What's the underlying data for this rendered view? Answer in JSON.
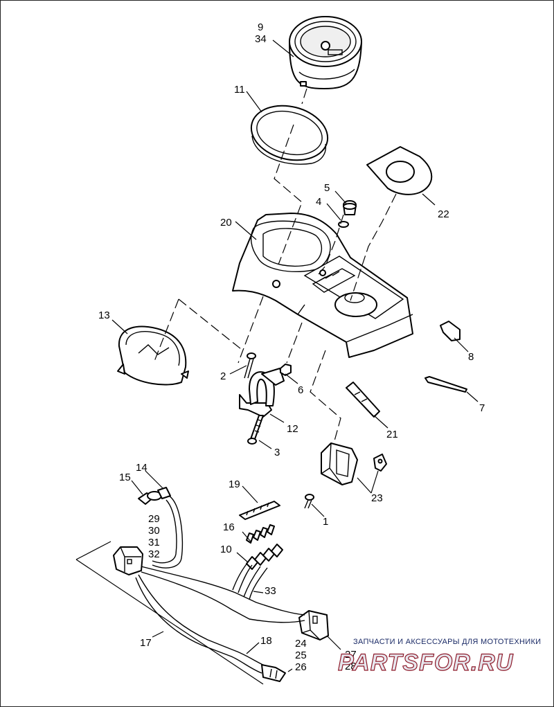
{
  "labels": {
    "l9": "9",
    "l34": "34",
    "l11": "11",
    "l5": "5",
    "l4": "4",
    "l20": "20",
    "l22": "22",
    "l13": "13",
    "l8": "8",
    "l2": "2",
    "l6": "6",
    "l7": "7",
    "l12": "12",
    "l21": "21",
    "l3": "3",
    "l14": "14",
    "l15": "15",
    "l23": "23",
    "l19": "19",
    "l1": "1",
    "l29": "29",
    "l30": "30",
    "l31": "31",
    "l32": "32",
    "l16": "16",
    "l10": "10",
    "l33": "33",
    "l17": "17",
    "l18": "18",
    "l24": "24",
    "l25": "25",
    "l26": "26",
    "l27": "27",
    "l28": "28"
  },
  "watermark": {
    "caption": "ЗАПЧАСТИ И АКСЕССУАРЫ ДЛЯ МОТОТЕХНИКИ",
    "brand": "PARTSFOR.RU"
  },
  "colors": {
    "line": "#000000",
    "brand_outline": "#8d1a2a",
    "caption": "#1a2a66"
  }
}
